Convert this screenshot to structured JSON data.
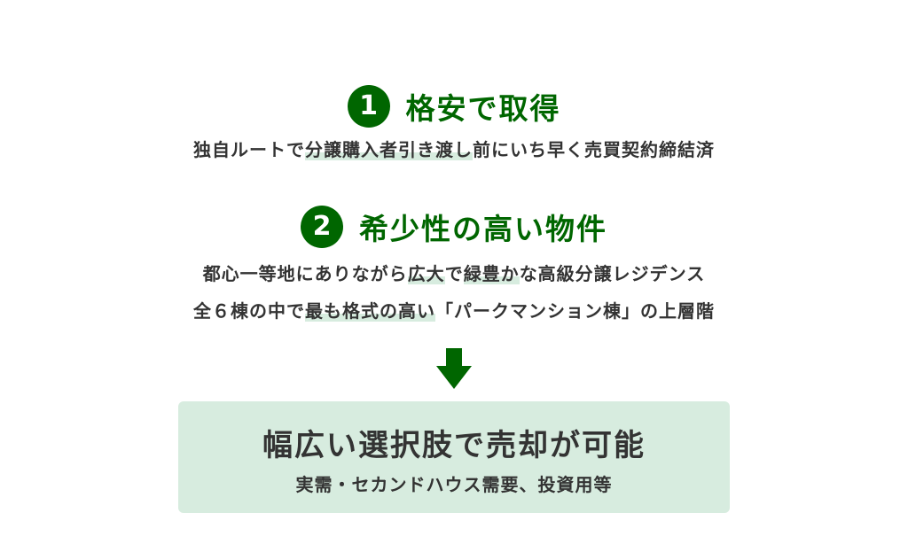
{
  "point1": {
    "number": "1",
    "title": "格安で取得",
    "desc_pre": "独自ルートで",
    "desc_hl": "分譲購入者引き渡し",
    "desc_post": "前にいち早く売買契約締結済"
  },
  "point2": {
    "number": "2",
    "title": "希少性の高い物件",
    "line1_pre": "都心一等地にありながら",
    "line1_hl1": "広大",
    "line1_mid": "で",
    "line1_hl2": "緑豊か",
    "line1_post": "な高級分譲レジデンス",
    "line2_pre": "全６棟の中で",
    "line2_hl": "最も格式の高い",
    "line2_post": "「パークマンション棟」の上層階"
  },
  "result": {
    "title": "幅広い選択肢で売却が可能",
    "subtitle": "実需・セカンドハウス需要、投資用等"
  },
  "colors": {
    "accent_green": "#006600",
    "highlight": "#d7ecdf",
    "text": "#333333"
  },
  "icons": {
    "flow_arrow": "arrow-down-icon"
  }
}
